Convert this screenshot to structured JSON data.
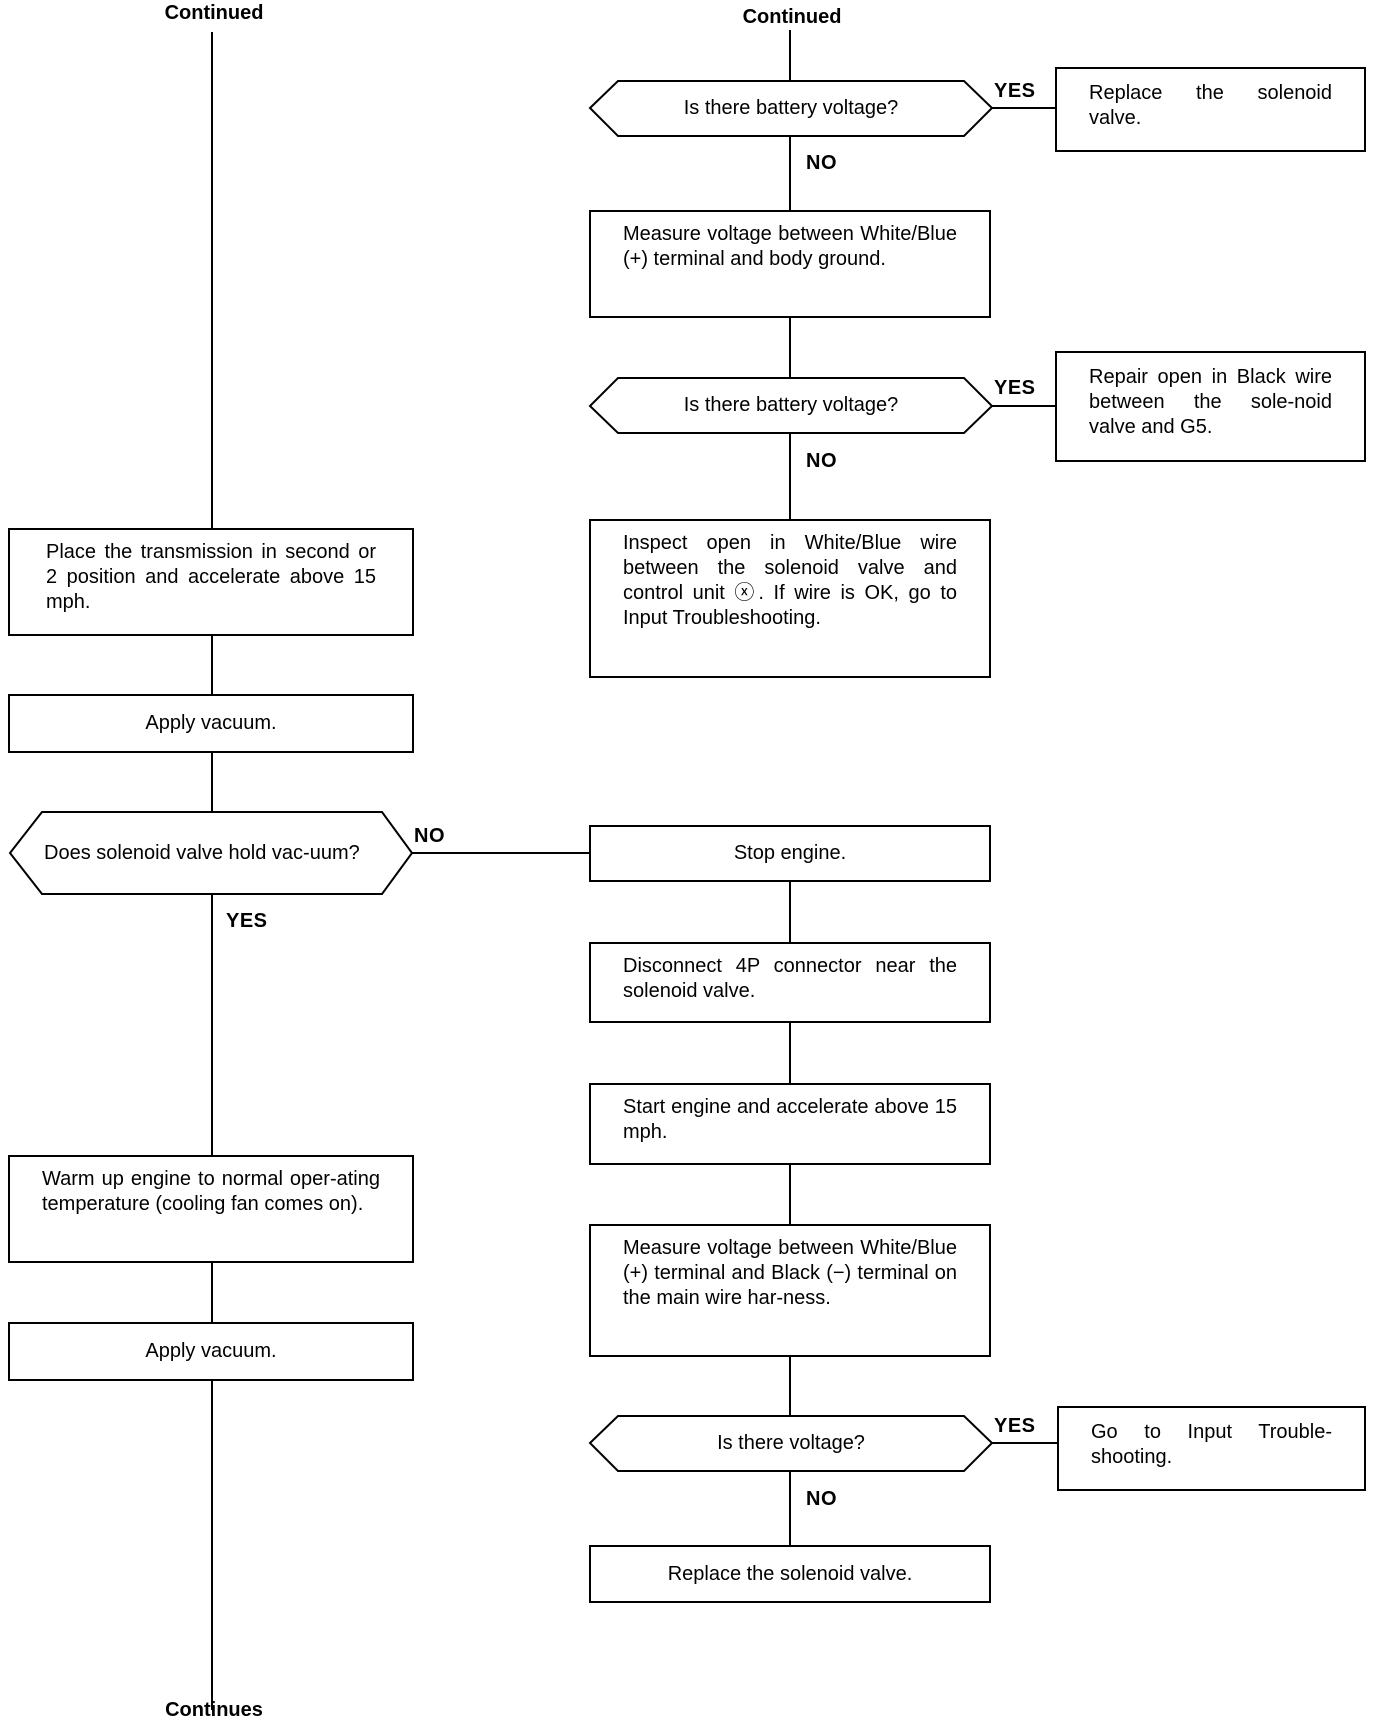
{
  "connectors": {
    "top_left": "Continued",
    "top_right": "Continued",
    "bottom_left": "Continues"
  },
  "labels": {
    "yes": "YES",
    "no": "NO"
  },
  "right_column": {
    "q1": "Is there battery voltage?",
    "q1_yes": "Replace the solenoid valve.",
    "step_measure_body": "Measure voltage between White/Blue (+) terminal and body ground.",
    "q2": "Is there battery voltage?",
    "q2_yes": "Repair open in Black wire between the sole-noid valve and G5.",
    "inspect_open": "Inspect open in White/Blue wire between the solenoid valve and control unit ⓧ. If wire is OK, go to Input Troubleshooting.",
    "stop_engine": "Stop engine.",
    "disconnect": "Disconnect 4P connector near the solenoid valve.",
    "start_engine": "Start engine and accelerate above 15 mph.",
    "measure_harness": "Measure voltage between White/Blue (+) terminal and Black (−) terminal on the main wire har-ness.",
    "q3": "Is there voltage?",
    "q3_yes": "Go to Input Trouble-shooting.",
    "replace_valve": "Replace the solenoid valve."
  },
  "left_column": {
    "place_transmission": "Place the transmission in second or 2 position and accelerate above 15 mph.",
    "apply_vacuum_1": "Apply vacuum.",
    "q_hold": "Does solenoid valve hold vac-uum?",
    "warm_up": "Warm up engine to normal oper-ating temperature (cooling fan comes on).",
    "apply_vacuum_2": "Apply vacuum."
  }
}
